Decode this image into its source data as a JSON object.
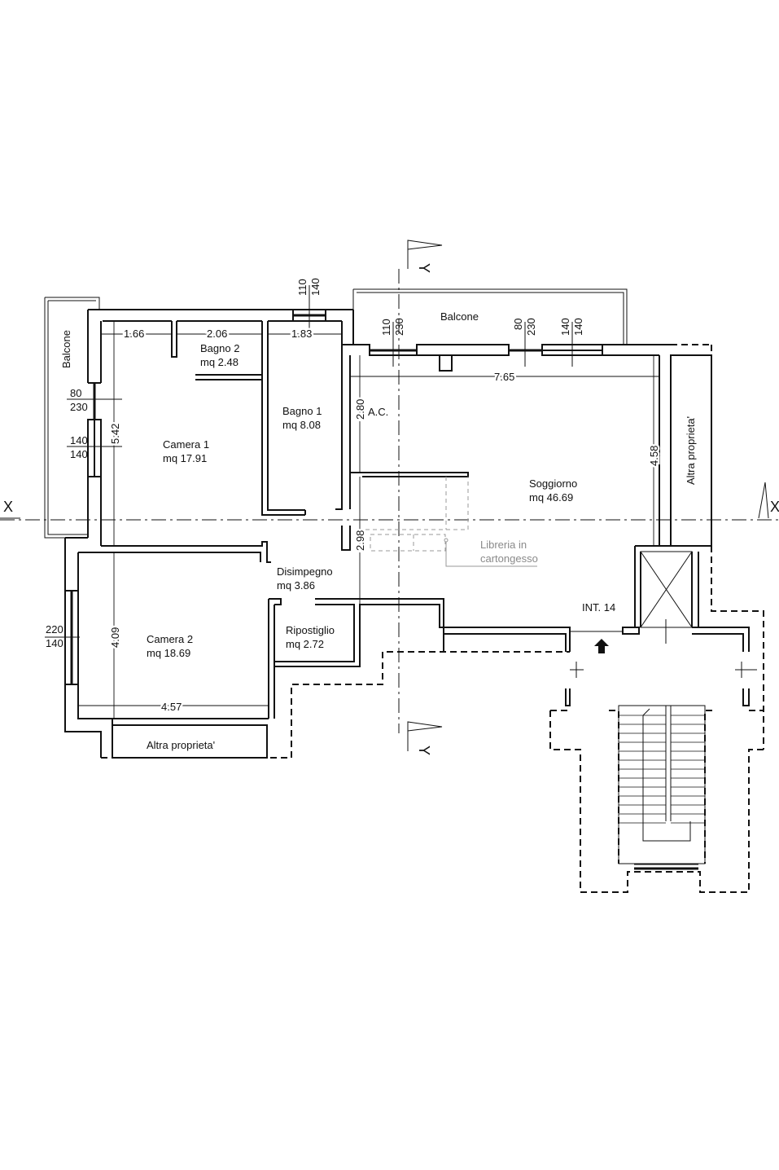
{
  "rooms": {
    "camera1": {
      "name": "Camera 1",
      "area": "mq 17.91"
    },
    "camera2": {
      "name": "Camera 2",
      "area": "mq 18.69"
    },
    "bagno1": {
      "name": "Bagno 1",
      "area": "mq 8.08"
    },
    "bagno2": {
      "name": "Bagno 2",
      "area": "mq 2.48"
    },
    "soggiorno": {
      "name": "Soggiorno",
      "area": "mq 46.69"
    },
    "disimpegno": {
      "name": "Disimpegno",
      "area": "mq 3.86"
    },
    "ripostiglio": {
      "name": "Ripostiglio",
      "area": "mq 2.72"
    }
  },
  "labels": {
    "balcone_left": "Balcone",
    "balcone_top": "Balcone",
    "altra_right": "Altra proprieta'",
    "altra_bottom": "Altra proprieta'",
    "ac": "A.C.",
    "libreria_1": "Libreria in",
    "libreria_2": "cartongesso",
    "int": "INT. 14",
    "axis_x_left": "X",
    "axis_x_right": "X",
    "axis_y_top": "Y",
    "axis_y_bottom": "Y"
  },
  "dimensions": {
    "d166": "1.66",
    "d206": "2.06",
    "d183": "1.83",
    "d765": "7.65",
    "d542": "5.42",
    "d280": "2.80",
    "d458": "4.58",
    "d298": "2.98",
    "d409": "4.09",
    "d457": "4.57"
  },
  "windows": {
    "w1_top": "110",
    "w1_bot": "140",
    "w2_top": "110",
    "w2_bot": "230",
    "w3_top": "80",
    "w3_bot": "230",
    "w4_top": "140",
    "w4_bot": "140",
    "w5_top": "80",
    "w5_bot": "230",
    "w6_top": "140",
    "w6_bot": "140",
    "w7_top": "220",
    "w7_bot": "140"
  }
}
